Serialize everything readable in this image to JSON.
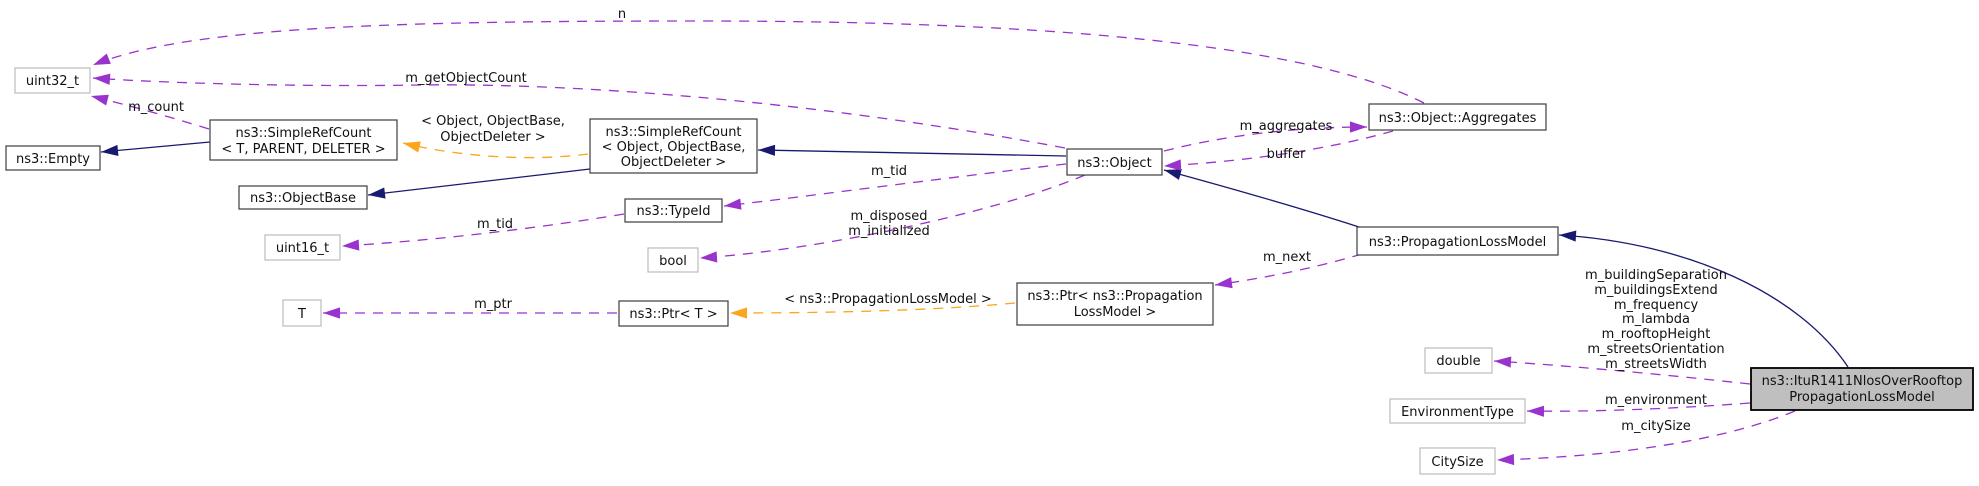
{
  "diagram": {
    "kind": "collaboration-graph",
    "current_class": "ns3::ItuR1411NlosOverRooftopPropagationLossModel"
  },
  "colors": {
    "inheritance_edge": "#191970",
    "usage_edge": "#9a32cd",
    "template_edge": "#fca51e",
    "current_node_fill": "#bfbfbf",
    "node_border": "#3c3c3c",
    "builtin_node_border": "#bcbcbc",
    "background": "#ffffff"
  },
  "nodes": {
    "uint32": {
      "label": "uint32_t"
    },
    "empty": {
      "label": "ns3::Empty"
    },
    "srcGeneric": {
      "lines": [
        "ns3::SimpleRefCount",
        "< T, PARENT, DELETER >"
      ]
    },
    "objectBase": {
      "label": "ns3::ObjectBase"
    },
    "uint16": {
      "label": "uint16_t"
    },
    "srcObject": {
      "lines": [
        "ns3::SimpleRefCount",
        "< Object, ObjectBase,",
        "ObjectDeleter >"
      ]
    },
    "typeId": {
      "label": "ns3::TypeId"
    },
    "bool": {
      "label": "bool"
    },
    "t": {
      "label": "T"
    },
    "ptrT": {
      "label": "ns3::Ptr< T >"
    },
    "object": {
      "label": "ns3::Object"
    },
    "ptrPlm": {
      "lines": [
        "ns3::Ptr< ns3::Propagation",
        "LossModel >"
      ]
    },
    "aggregates": {
      "label": "ns3::Object::Aggregates"
    },
    "plm": {
      "label": "ns3::PropagationLossModel"
    },
    "double": {
      "label": "double"
    },
    "environmentType": {
      "label": "EnvironmentType"
    },
    "citySize": {
      "label": "CitySize"
    },
    "target": {
      "lines": [
        "ns3::ItuR1411NlosOverRooftop",
        "PropagationLossModel"
      ]
    }
  },
  "edge_labels": {
    "n": "n",
    "m_getObjectCount": "m_getObjectCount",
    "m_count": "m_count",
    "template_object": {
      "lines": [
        "< Object, ObjectBase,",
        "ObjectDeleter >"
      ]
    },
    "m_tid_object": "m_tid",
    "m_tid_typeid": "m_tid",
    "disposed": {
      "lines": [
        "m_disposed",
        "m_initialized"
      ]
    },
    "m_aggregates": "m_aggregates",
    "buffer": "buffer",
    "m_next": "m_next",
    "template_plm": "< ns3::PropagationLossModel >",
    "m_ptr": "m_ptr",
    "target_double_members": {
      "lines": [
        "m_buildingSeparation",
        "m_buildingsExtend",
        "m_frequency",
        "m_lambda",
        "m_rooftopHeight",
        "m_streetsOrientation",
        "m_streetsWidth"
      ]
    },
    "m_environment": "m_environment",
    "m_citySize": "m_citySize"
  }
}
